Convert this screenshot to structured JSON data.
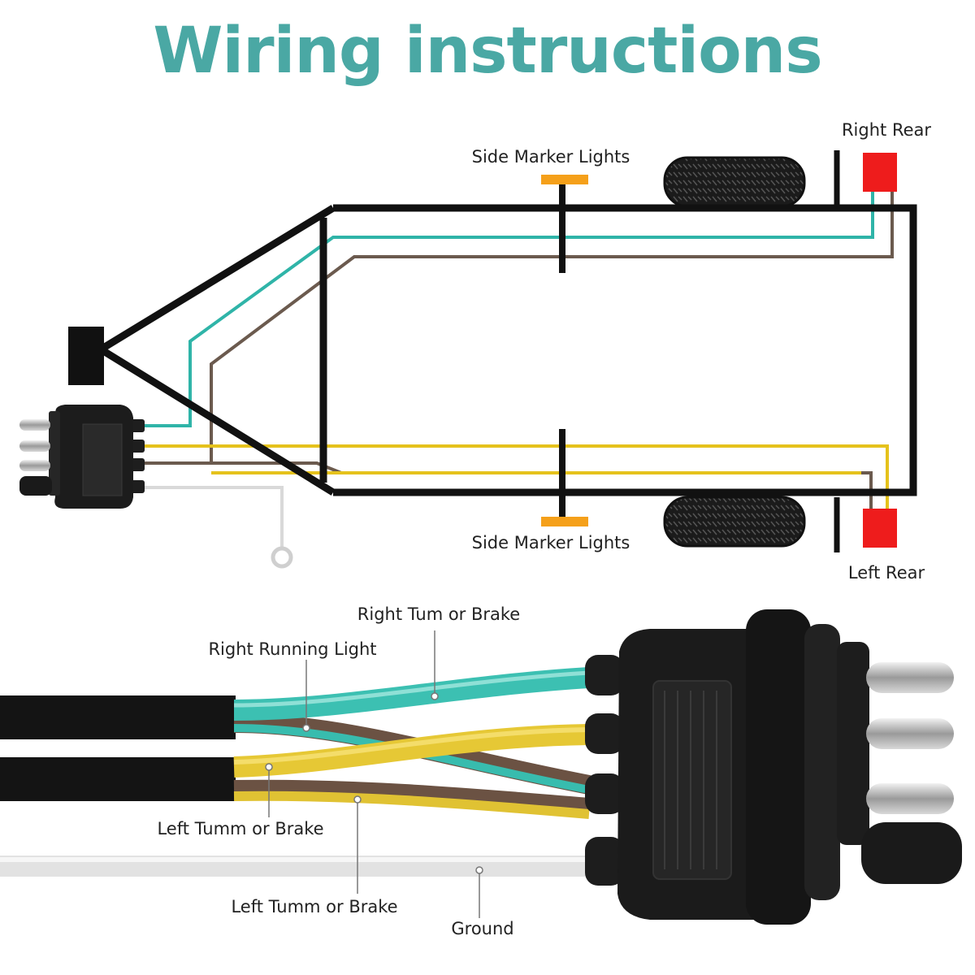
{
  "title": "Wiring instructions",
  "colors": {
    "title": "#4aa8a4",
    "green_wire": "#2fb4a8",
    "brown_wire": "#6b5a4e",
    "yellow_wire": "#e5c21c",
    "white_wire": "#d9d9d9",
    "marker_light": "#f5a01a",
    "tail_light": "#ee1c1c",
    "frame": "#111111"
  },
  "trailer_labels": {
    "side_marker_top": "Side Marker Lights",
    "side_marker_bottom": "Side Marker Lights",
    "right_rear": "Right Rear",
    "left_rear": "Left Rear"
  },
  "connector_labels": {
    "right_turn": "Right Tum or Brake",
    "right_running": "Right Running Light",
    "left_turn": "Left Tumm or Brake",
    "left_running": "Left Tumm or Brake",
    "ground": "Ground"
  }
}
